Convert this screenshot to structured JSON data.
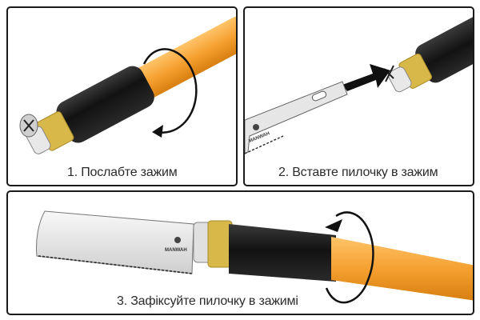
{
  "steps": [
    {
      "number": 1,
      "caption": "1. Послабте зажим",
      "action": "loosen-clamp",
      "rotation": "counter-clockwise"
    },
    {
      "number": 2,
      "caption": "2. Вставте пилочку в зажим",
      "action": "insert-blade"
    },
    {
      "number": 3,
      "caption": "3. Зафіксуйте пилочку в зажимі",
      "action": "tighten-clamp",
      "rotation": "clockwise"
    }
  ],
  "blade_brand": "MANWAH",
  "colors": {
    "handle_orange": "#f5a030",
    "grip_black": "#1c1c1c",
    "collet_gold": "#d9b84a",
    "steel": "#d8d8d8",
    "border": "#1a1a1a",
    "text": "#2b2b2b"
  }
}
